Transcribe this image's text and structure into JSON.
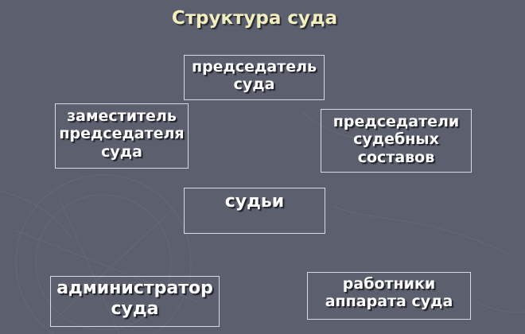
{
  "slide": {
    "title": "Структура суда",
    "background_color": "#5c5f6e",
    "title_color": "#f2eec0",
    "box_border_color": "#d9dbe3",
    "text_color": "#ffffff"
  },
  "boxes": {
    "chairman": {
      "lines": [
        "председатель",
        "суда"
      ]
    },
    "deputy": {
      "lines": [
        "заместитель",
        "председателя",
        "суда"
      ]
    },
    "panel_chairs": {
      "lines": [
        "председатели",
        "судебных",
        "составов"
      ]
    },
    "judges": {
      "lines": [
        "судьи"
      ]
    },
    "administrator": {
      "lines": [
        "администратор",
        "суда"
      ]
    },
    "staff": {
      "lines": [
        "работники",
        "аппарата суда"
      ]
    }
  }
}
